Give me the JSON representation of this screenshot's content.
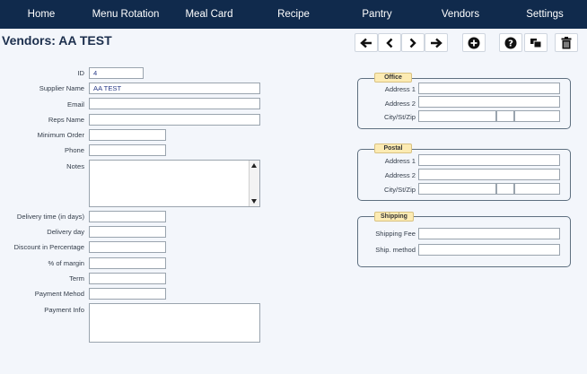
{
  "nav": {
    "items": [
      "Home",
      "Menu Rotation",
      "Meal Card",
      "Recipe",
      "Pantry",
      "Vendors",
      "Settings"
    ]
  },
  "page": {
    "title": "Vendors: AA TEST"
  },
  "toolbar": {
    "icons": [
      "arrow-left-icon",
      "chevron-left-icon",
      "chevron-right-icon",
      "arrow-right-icon",
      "plus-circle-icon",
      "help-icon",
      "copy-icon",
      "trash-icon"
    ]
  },
  "form": {
    "id_label": "ID",
    "id_value": "4",
    "supplier_name_label": "Supplier Name",
    "supplier_name_value": "AA TEST",
    "email_label": "Email",
    "email_value": "",
    "reps_name_label": "Reps Name",
    "reps_name_value": "",
    "minimum_order_label": "Minimum Order",
    "minimum_order_value": "",
    "phone_label": "Phone",
    "phone_value": "",
    "notes_label": "Notes",
    "notes_value": "",
    "delivery_time_label": "Delivery time (in days)",
    "delivery_time_value": "",
    "delivery_day_label": "Delivery day",
    "delivery_day_value": "",
    "discount_label": "Discount in Percentage",
    "discount_value": "",
    "margin_label": "% of margin",
    "margin_value": "",
    "term_label": "Term",
    "term_value": "",
    "payment_method_label": "Payment Mehod",
    "payment_method_value": "",
    "payment_info_label": "Payment Info",
    "payment_info_value": ""
  },
  "office": {
    "title": "Office",
    "address1_label": "Address 1",
    "address2_label": "Address 2",
    "city_label": "City/St/Zip"
  },
  "postal": {
    "title": "Postal",
    "address1_label": "Address 1",
    "address2_label": "Address 2",
    "city_label": "City/St/Zip"
  },
  "shipping": {
    "title": "Shipping",
    "fee_label": "Shipping Fee",
    "method_label": "Ship. method"
  },
  "colors": {
    "nav_bg": "#102a4c",
    "page_bg": "#f3f6fb",
    "title": "#1c2f4d",
    "group_tag": "#fcebb3"
  }
}
